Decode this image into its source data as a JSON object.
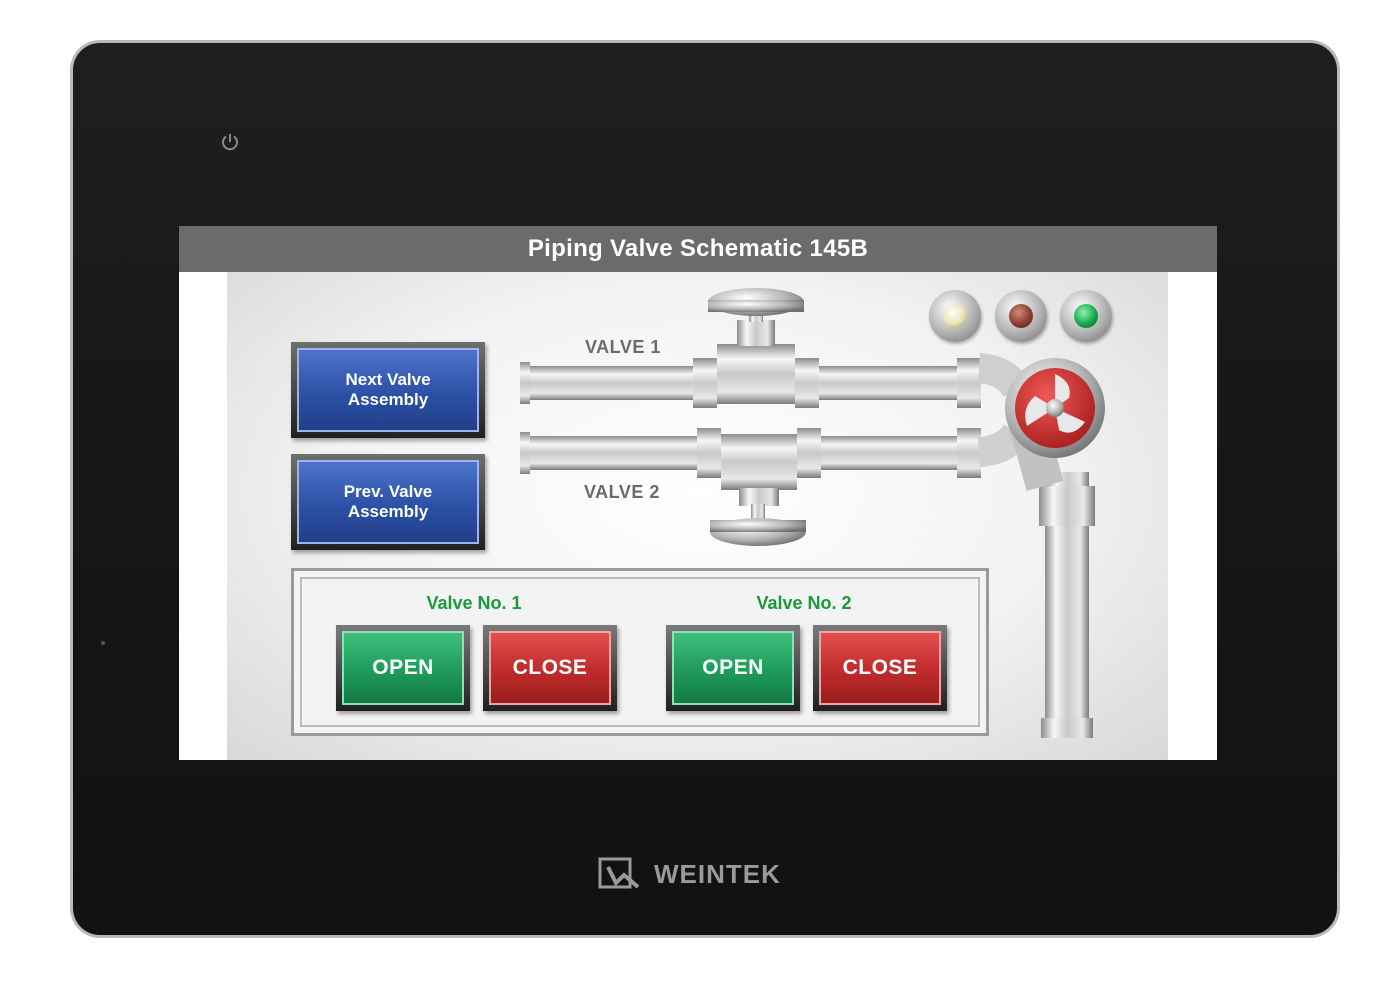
{
  "screen": {
    "title": "Piping Valve Schematic 145B"
  },
  "nav": {
    "next_label": "Next Valve Assembly",
    "prev_label": "Prev. Valve Assembly"
  },
  "schematic": {
    "valve1_label": "VALVE 1",
    "valve2_label": "VALVE 2",
    "indicators": [
      {
        "name": "indicator-light-1",
        "color": "#e8e2b0"
      },
      {
        "name": "indicator-light-2",
        "color": "#8a3e30"
      },
      {
        "name": "indicator-light-3",
        "color": "#16a84a"
      }
    ],
    "pump_color": "#d3312f"
  },
  "controls": {
    "valve1": {
      "label": "Valve No. 1",
      "open": "OPEN",
      "close": "CLOSE"
    },
    "valve2": {
      "label": "Valve No. 2",
      "open": "OPEN",
      "close": "CLOSE"
    }
  },
  "brand": {
    "name": "WEINTEK"
  },
  "icons": {
    "power": "power-icon",
    "logo": "weintek-logo-icon"
  }
}
